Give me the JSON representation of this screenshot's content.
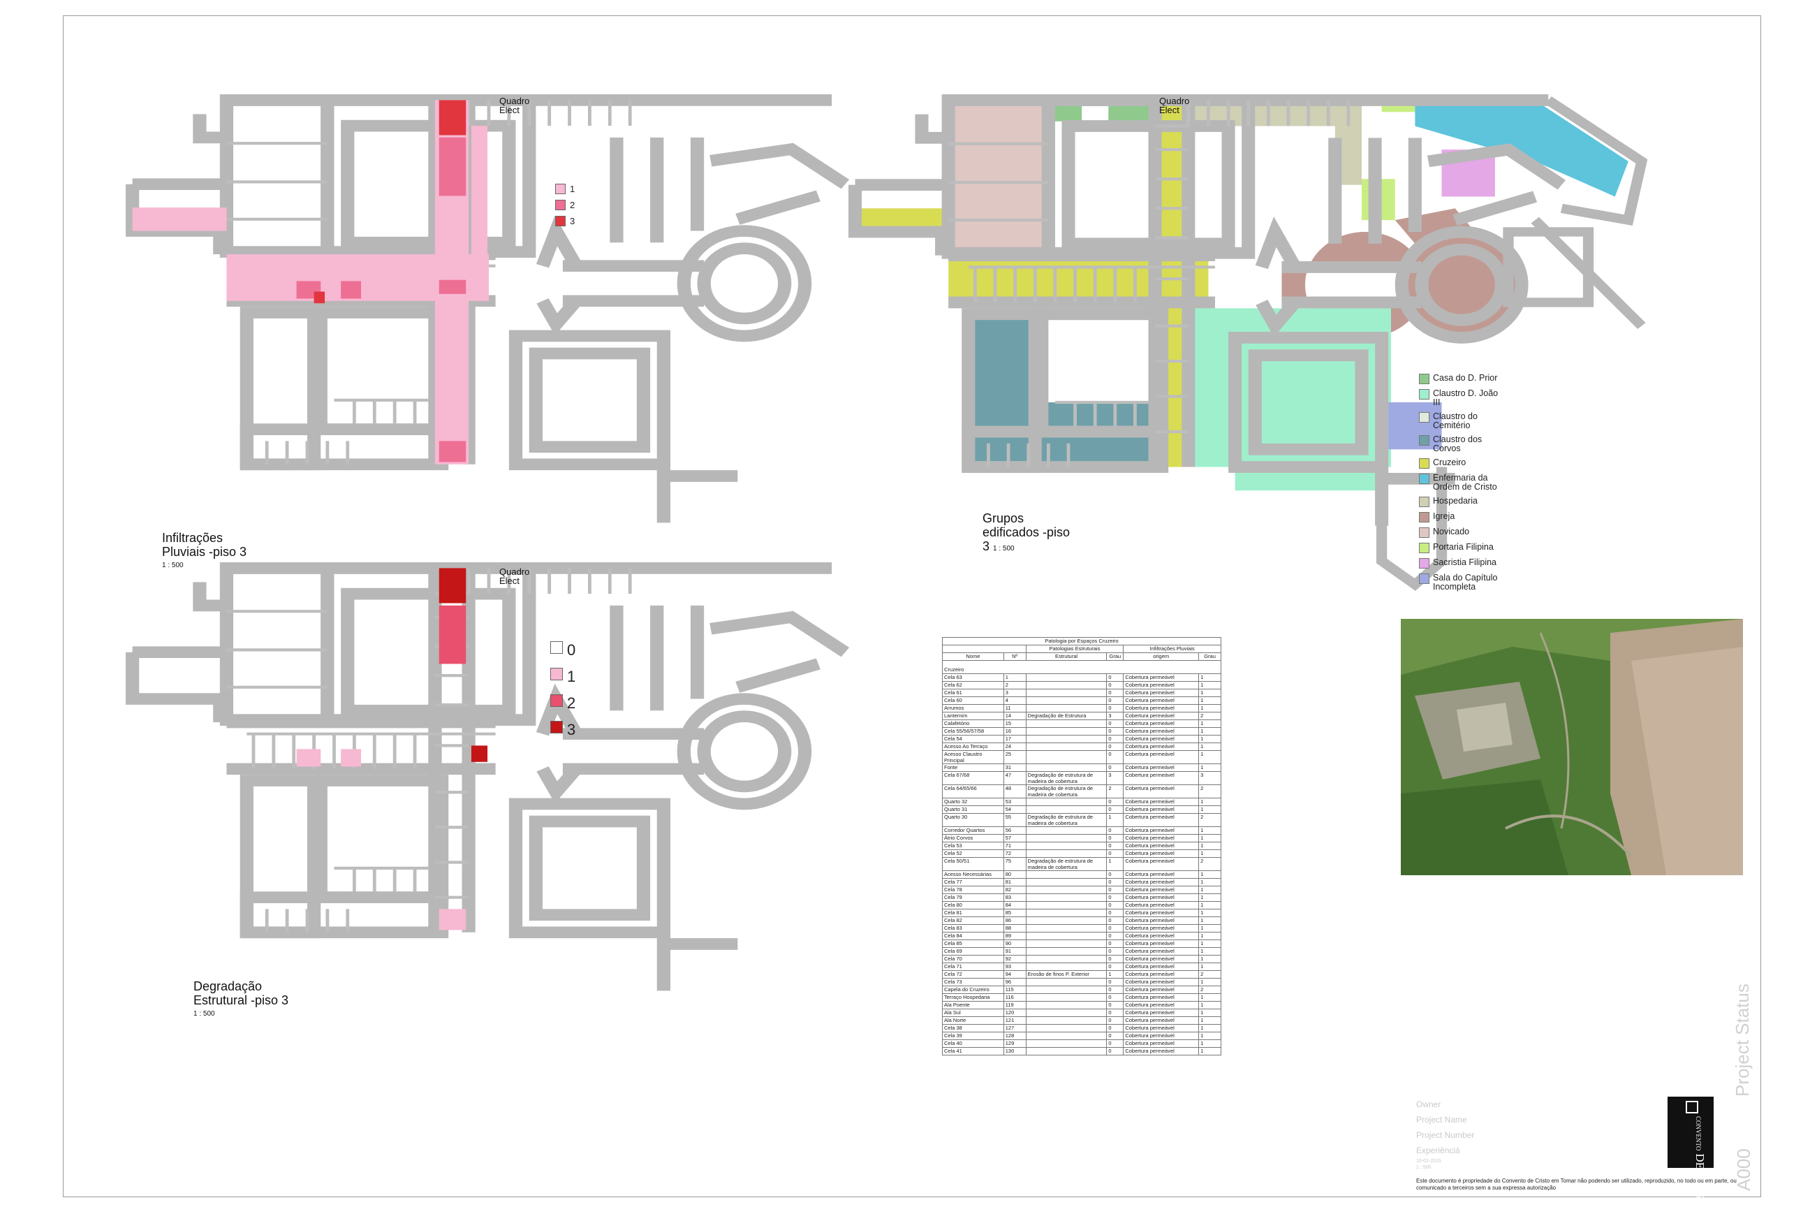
{
  "plan_labels": {
    "quadro": "Quadro",
    "elect": "Elect"
  },
  "titles": {
    "infiltracoes_line1": "Infiltrações",
    "infiltracoes_line2": "Pluviais -piso 3",
    "infiltracoes_scale": "1 : 500",
    "grupos_line1": "Grupos",
    "grupos_line2": "edificados -piso",
    "grupos_line3": "3",
    "grupos_scale": "1 : 500",
    "degradacao_line1": "Degradação",
    "degradacao_line2": "Estrutural -piso 3",
    "degradacao_scale": "1 : 500"
  },
  "legend_infiltracoes": [
    {
      "label": "1",
      "color": "#f7b8d2"
    },
    {
      "label": "2",
      "color": "#ee6f94"
    },
    {
      "label": "3",
      "color": "#e2363f"
    }
  ],
  "legend_degradacao": [
    {
      "label": "0",
      "color": "#ffffff"
    },
    {
      "label": "1",
      "color": "#f7b8d2"
    },
    {
      "label": "2",
      "color": "#e8506e"
    },
    {
      "label": "3",
      "color": "#c41616"
    }
  ],
  "legend_grupos": [
    {
      "label": "Casa do D. Prior",
      "color": "#8fc98c"
    },
    {
      "label": "Claustro D. João III",
      "color": "#9fefcd"
    },
    {
      "label": "Claustro do Cemitério",
      "color": "#e1eadb"
    },
    {
      "label": "Claustro dos Corvos",
      "color": "#6fa0a9"
    },
    {
      "label": "Cruzeiro",
      "color": "#d8dc53"
    },
    {
      "label": "Enfermaria da Ordem de Cristo",
      "color": "#5dc4dc"
    },
    {
      "label": "Hospedaria",
      "color": "#cfd0b4"
    },
    {
      "label": "Igreja",
      "color": "#c09a92"
    },
    {
      "label": "Novicado",
      "color": "#dfc7c3"
    },
    {
      "label": "Portaria Filipina",
      "color": "#c8ee82"
    },
    {
      "label": "Sacristia Filipina",
      "color": "#e4a8e6"
    },
    {
      "label": "Sala do Capítulo Incompleta",
      "color": "#9fa9e2"
    }
  ],
  "table": {
    "title": "Patologia por Espaços Cruzeiro",
    "group_patologias": "Patologias Estruturais",
    "group_infiltracoes": "Infiltrações Pluviais",
    "col_nome": "Nome",
    "col_n": "Nº",
    "col_estrutural": "Estrutural",
    "col_grau": "Grau",
    "col_origem": "origem",
    "col_grau2": "Grau",
    "section": "Cruzeiro",
    "rows": [
      [
        "Cela 63",
        "1",
        "",
        "0",
        "Cobertura permeável",
        "1"
      ],
      [
        "Cela 62",
        "2",
        "",
        "0",
        "Cobertura permeável",
        "1"
      ],
      [
        "Cela 61",
        "3",
        "",
        "0",
        "Cobertura permeável",
        "1"
      ],
      [
        "Cela 60",
        "4",
        "",
        "0",
        "Cobertura permeável",
        "1"
      ],
      [
        "Arrumos",
        "11",
        "",
        "0",
        "Cobertura permeável",
        "1"
      ],
      [
        "Lanternim",
        "14",
        "Degradação de Estrutura",
        "3",
        "Cobertura permeável",
        "2"
      ],
      [
        "Calafetório",
        "15",
        "",
        "0",
        "Cobertura permeável",
        "1"
      ],
      [
        "Cela 55/56/57/58",
        "16",
        "",
        "0",
        "Cobertura permeável",
        "1"
      ],
      [
        "Cela 54",
        "17",
        "",
        "0",
        "Cobertura permeável",
        "1"
      ],
      [
        "Acesso Ao Terraço",
        "24",
        "",
        "0",
        "Cobertura permeável",
        "1"
      ],
      [
        "Acesso Claustro Principal",
        "25",
        "",
        "0",
        "Cobertura permeável",
        "1"
      ],
      [
        "Fonte",
        "31",
        "",
        "0",
        "Cobertura permeável",
        "1"
      ],
      [
        "Cela 67/68",
        "47",
        "Degradação de estrutura de madeira de cobertura",
        "3",
        "Cobertura permeável",
        "3"
      ],
      [
        "Cela 64/65/66",
        "48",
        "Degradação de estrutura de madeira de cobertura",
        "2",
        "Cobertura permeável",
        "2"
      ],
      [
        "Quarto 32",
        "53",
        "",
        "0",
        "Cobertura permeável",
        "1"
      ],
      [
        "Quarto 31",
        "54",
        "",
        "0",
        "Cobertura permeável",
        "1"
      ],
      [
        "Quarto 30",
        "55",
        "Degradação de estrutura de madeira de cobertura",
        "1",
        "Cobertura permeável",
        "2"
      ],
      [
        "Corredor Quartos",
        "56",
        "",
        "0",
        "Cobertura permeável",
        "1"
      ],
      [
        "Átrio Corvos",
        "57",
        "",
        "0",
        "Cobertura permeável",
        "1"
      ],
      [
        "Cela 53",
        "71",
        "",
        "0",
        "Cobertura permeável",
        "1"
      ],
      [
        "Cela 52",
        "72",
        "",
        "0",
        "Cobertura permeável",
        "1"
      ],
      [
        "Cela 50/51",
        "75",
        "Degradação de estrutura de madeira de cobertura",
        "1",
        "Cobertura permeável",
        "2"
      ],
      [
        "Acesso Necessárias",
        "80",
        "",
        "0",
        "Cobertura permeável",
        "1"
      ],
      [
        "Cela 77",
        "81",
        "",
        "0",
        "Cobertura permeável",
        "1"
      ],
      [
        "Cela 78",
        "82",
        "",
        "0",
        "Cobertura permeável",
        "1"
      ],
      [
        "Cela 79",
        "83",
        "",
        "0",
        "Cobertura permeável",
        "1"
      ],
      [
        "Cela 80",
        "84",
        "",
        "0",
        "Cobertura permeável",
        "1"
      ],
      [
        "Cela 81",
        "85",
        "",
        "0",
        "Cobertura permeável",
        "1"
      ],
      [
        "Cela 82",
        "86",
        "",
        "0",
        "Cobertura permeável",
        "1"
      ],
      [
        "Cela 83",
        "88",
        "",
        "0",
        "Cobertura permeável",
        "1"
      ],
      [
        "Cela 84",
        "89",
        "",
        "0",
        "Cobertura permeável",
        "1"
      ],
      [
        "Cela 85",
        "90",
        "",
        "0",
        "Cobertura permeável",
        "1"
      ],
      [
        "Cela 69",
        "91",
        "",
        "0",
        "Cobertura permeável",
        "1"
      ],
      [
        "Cela 70",
        "92",
        "",
        "0",
        "Cobertura permeável",
        "1"
      ],
      [
        "Cela 71",
        "93",
        "",
        "0",
        "Cobertura permeável",
        "1"
      ],
      [
        "Cela 72",
        "94",
        "Erosão de finos P. Exterior",
        "1",
        "Cobertura permeável",
        "2"
      ],
      [
        "Cela 73",
        "96",
        "",
        "0",
        "Cobertura permeável",
        "1"
      ],
      [
        "Capela do Cruzeiro",
        "115",
        "",
        "0",
        "Cobertura permeável",
        "2"
      ],
      [
        "Terraço Hospedaria",
        "116",
        "",
        "0",
        "Cobertura permeável",
        "1"
      ],
      [
        "Ala Poente",
        "119",
        "",
        "0",
        "Cobertura permeável",
        "1"
      ],
      [
        "Ala Sul",
        "120",
        "",
        "0",
        "Cobertura permeável",
        "1"
      ],
      [
        "Ala Norte",
        "121",
        "",
        "0",
        "Cobertura permeável",
        "1"
      ],
      [
        "Cela 38",
        "127",
        "",
        "0",
        "Cobertura permeável",
        "1"
      ],
      [
        "Cela 39",
        "128",
        "",
        "0",
        "Cobertura permeável",
        "1"
      ],
      [
        "Cela 40",
        "129",
        "",
        "0",
        "Cobertura permeável",
        "1"
      ],
      [
        "Cela 41",
        "130",
        "",
        "0",
        "Cobertura permeável",
        "1"
      ]
    ]
  },
  "title_block": {
    "owner": "Owner",
    "project_name": "Project Name",
    "project_number": "Project Number",
    "project_title": "Experiênciá",
    "date": "10-02-2015",
    "scale": "1 : 500",
    "status": "Project Status",
    "sheet": "A000",
    "logo_line1": "CONVENTO",
    "logo_line2": "DE CRISTO",
    "disclaimer": "Este documento é propriedade do Convento de Cristo em Tomar não podendo ser utilizado, reproduzido, no todo ou em parte, ou comunicado a terceiros sem a sua expressa autorização"
  }
}
